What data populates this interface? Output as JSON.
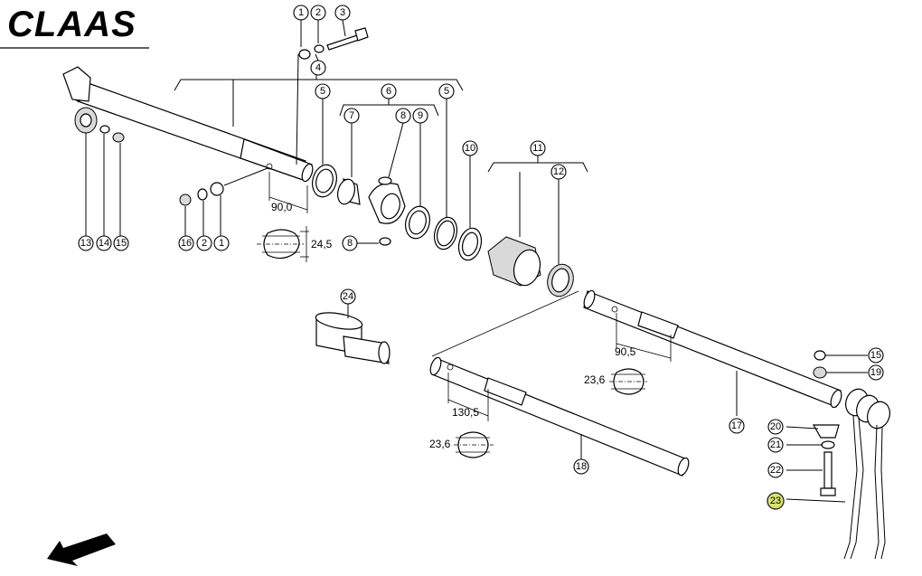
{
  "brand": {
    "logo_text": "CLAAS"
  },
  "callouts": [
    {
      "label": "1",
      "highlight": false
    },
    {
      "label": "2",
      "highlight": false
    },
    {
      "label": "3",
      "highlight": false
    },
    {
      "label": "4",
      "highlight": false
    },
    {
      "label": "5",
      "highlight": false
    },
    {
      "label": "6",
      "highlight": false
    },
    {
      "label": "5",
      "highlight": false
    },
    {
      "label": "7",
      "highlight": false
    },
    {
      "label": "8",
      "highlight": false
    },
    {
      "label": "9",
      "highlight": false
    },
    {
      "label": "10",
      "highlight": false
    },
    {
      "label": "11",
      "highlight": false
    },
    {
      "label": "12",
      "highlight": false
    },
    {
      "label": "13",
      "highlight": false
    },
    {
      "label": "14",
      "highlight": false
    },
    {
      "label": "15",
      "highlight": false
    },
    {
      "label": "16",
      "highlight": false
    },
    {
      "label": "2",
      "highlight": false
    },
    {
      "label": "1",
      "highlight": false
    },
    {
      "label": "8",
      "highlight": false
    },
    {
      "label": "24",
      "highlight": false
    },
    {
      "label": "15",
      "highlight": false
    },
    {
      "label": "19",
      "highlight": false
    },
    {
      "label": "17",
      "highlight": false
    },
    {
      "label": "20",
      "highlight": false
    },
    {
      "label": "21",
      "highlight": false
    },
    {
      "label": "22",
      "highlight": false
    },
    {
      "label": "23",
      "highlight": true
    },
    {
      "label": "18",
      "highlight": false
    }
  ],
  "dimensions": {
    "d1": "90,0",
    "d2": "24,5",
    "d3": "90,5",
    "d4": "23,6",
    "d5": "130,5",
    "d6": "23,6"
  },
  "colors": {
    "highlight": "#d8e36a",
    "line": "#000000"
  }
}
